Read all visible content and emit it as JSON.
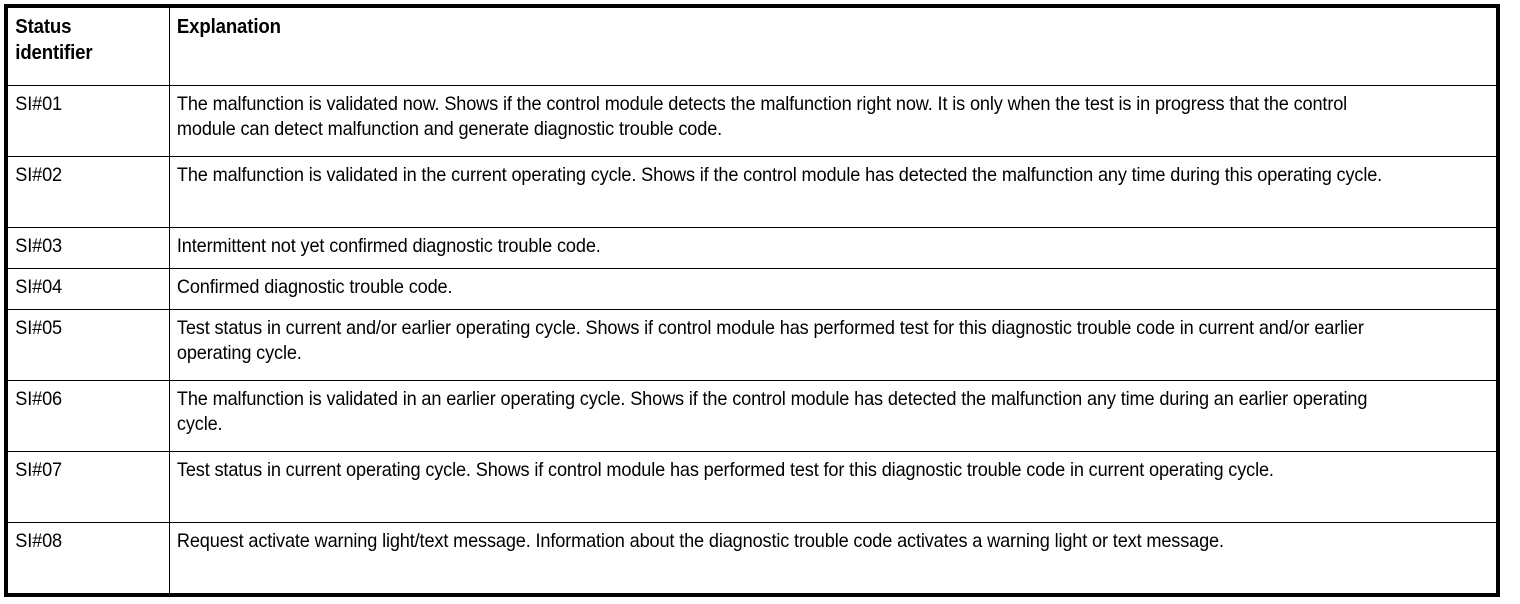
{
  "table": {
    "headers": {
      "status_identifier": "Status\nidentifier",
      "status_identifier_line1": "Status",
      "status_identifier_line2": "identifier",
      "explanation": "Explanation"
    },
    "rows": [
      {
        "id": "SI#01",
        "explanation": "The malfunction is validated now. Shows if the control module detects the malfunction right now. It is only when the test is in progress that the control module can detect malfunction and generate diagnostic trouble code."
      },
      {
        "id": "SI#02",
        "explanation": "The malfunction is validated in the current operating cycle. Shows if the control module has detected the malfunction any time during this operating cycle."
      },
      {
        "id": "SI#03",
        "explanation": "Intermittent not yet confirmed diagnostic trouble code."
      },
      {
        "id": "SI#04",
        "explanation": "Confirmed diagnostic trouble code."
      },
      {
        "id": "SI#05",
        "explanation": "Test status in current and/or earlier operating cycle. Shows if control module has performed test for this diagnostic trouble code in current and/or earlier operating cycle."
      },
      {
        "id": "SI#06",
        "explanation": "The malfunction is validated in an earlier operating cycle. Shows if the control module has detected the malfunction any time during an earlier operating cycle."
      },
      {
        "id": "SI#07",
        "explanation": "Test status in current operating cycle. Shows if control module has performed test for this diagnostic trouble code in current operating cycle."
      },
      {
        "id": "SI#08",
        "explanation": "Request activate warning light/text message. Information about the diagnostic trouble code activates a warning light or text message."
      }
    ]
  },
  "colors": {
    "text": "#000000",
    "background": "#ffffff",
    "border": "#000000"
  }
}
